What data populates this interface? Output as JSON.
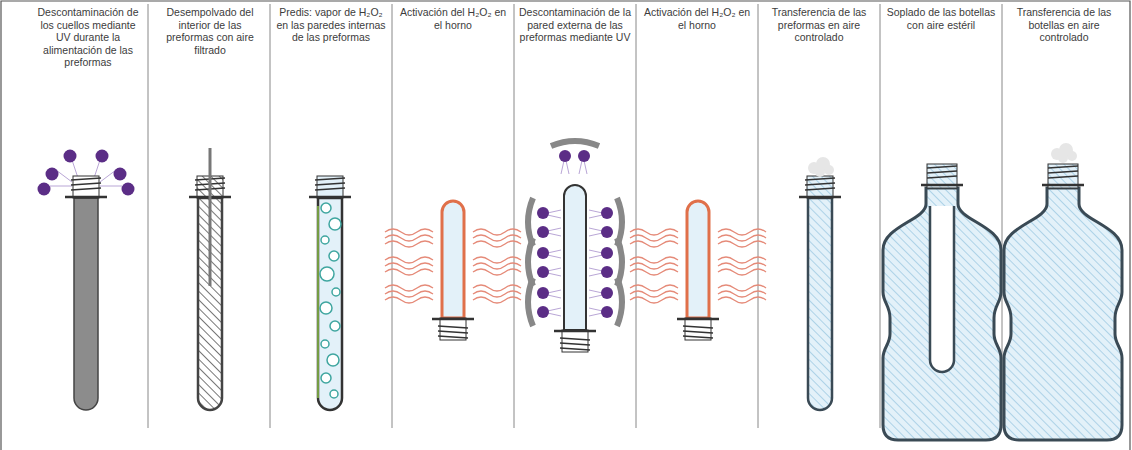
{
  "diagram": {
    "labels": [
      "Descontaminación de los cuellos mediante UV durante la alimentación de las preformas",
      "Desempolvado del interior de las preformas con aire filtrado",
      "Predis: vapor de H₂O₂ en las paredes internas de las preformas",
      "Activación del H₂O₂ en el horno",
      "Descontaminación de la pared externa de las preformas mediante UV",
      "Activación del H₂O₂ en el horno",
      "Transferencia de las preformas en aire controlado",
      "Soplado de las botellas con aire estéril",
      "Transferencia de las botellas en aire controlado"
    ]
  }
}
